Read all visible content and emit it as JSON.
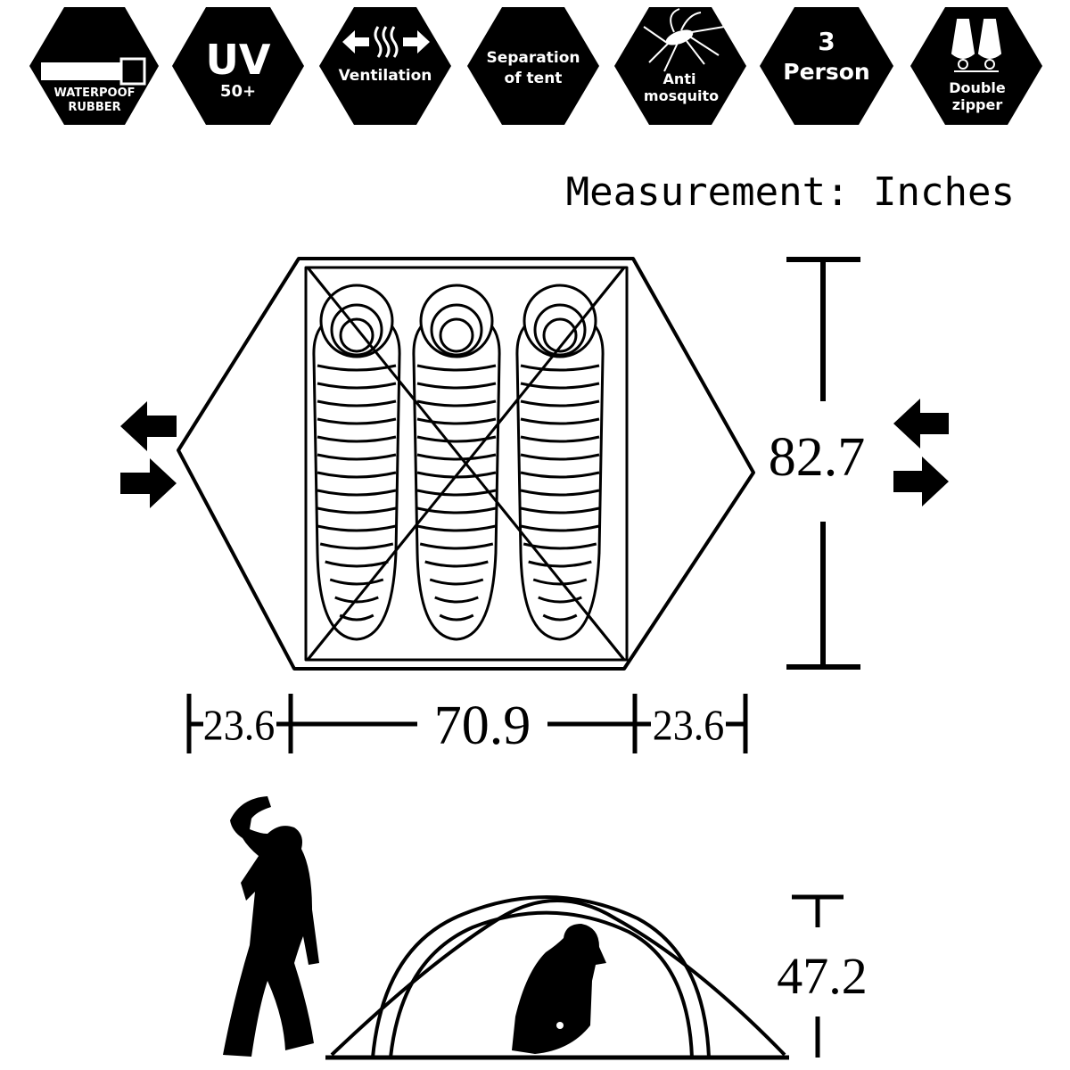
{
  "features": [
    {
      "icon": "waterproof-rubber-icon",
      "lines": [
        "WATERPOOF",
        "RUBBER"
      ]
    },
    {
      "icon": "uv-icon",
      "big": "UV",
      "lines": [
        "50+"
      ]
    },
    {
      "icon": "ventilation-icon",
      "lines": [
        "Ventilation"
      ]
    },
    {
      "icon": "separation-icon",
      "lines": [
        "Separation",
        "of tent"
      ]
    },
    {
      "icon": "mosquito-icon",
      "lines": [
        "Anti",
        "mosquito"
      ]
    },
    {
      "icon": "person-icon",
      "big": "3",
      "lines": [
        "Person"
      ]
    },
    {
      "icon": "zipper-icon",
      "lines": [
        "Double",
        "zipper"
      ]
    }
  ],
  "measurement_label": "Measurement: Inches",
  "dimensions": {
    "length": "82.7",
    "vestibule_left": "23.6",
    "inner_width": "70.9",
    "vestibule_right": "23.6",
    "height": "47.2"
  },
  "colors": {
    "ink": "#000000",
    "paper": "#ffffff"
  }
}
